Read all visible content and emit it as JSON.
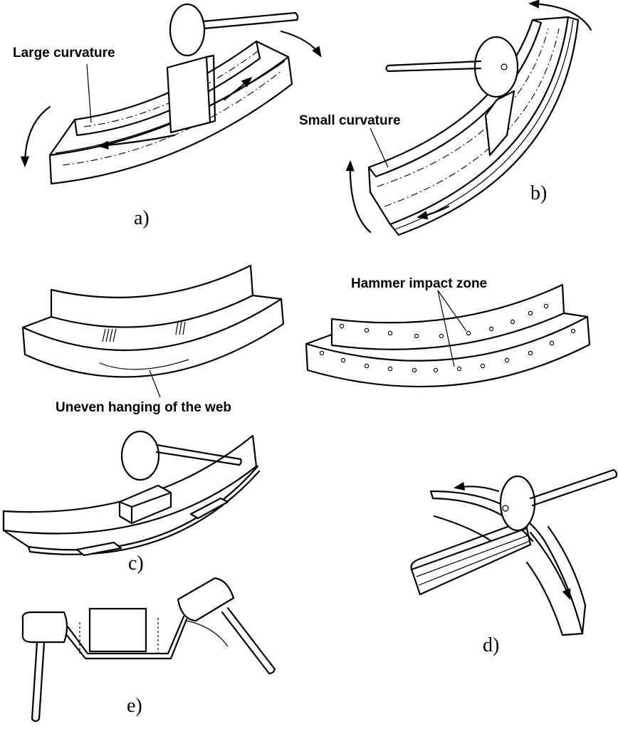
{
  "labels": {
    "large_curvature": "Large curvature",
    "small_curvature": "Small curvature",
    "hammer_impact_zone": "Hammer impact zone",
    "uneven_hanging": "Uneven hanging of the web"
  },
  "captions": {
    "a": "a)",
    "b": "b)",
    "c": "c)",
    "d": "d)",
    "e": "e)"
  },
  "colors": {
    "ink": "#000000",
    "paper": "#ffffff"
  }
}
